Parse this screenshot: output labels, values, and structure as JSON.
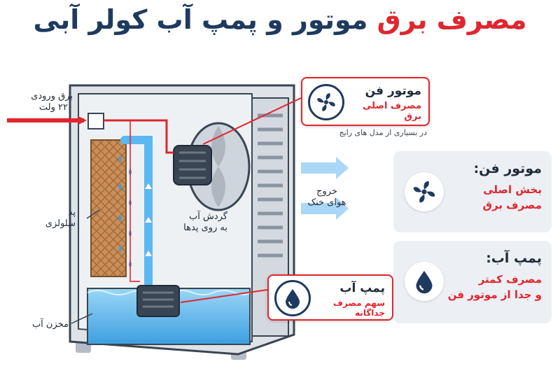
{
  "title": {
    "part1": "مصرف",
    "part2": "برق",
    "part3": "موتور و پمپ آب کولر آبی"
  },
  "labels": {
    "power_input": "برق ورودی",
    "voltage": "۲۲۰ ولت",
    "cellulose_pad_line1": "پد",
    "cellulose_pad_line2": "سلولزی",
    "water_circulation_line1": "گردش آب",
    "water_circulation_line2": "به روی پدها",
    "air_out_line1": "خروج",
    "air_out_line2": "هوای خنک",
    "water_tank": "مخزن آب"
  },
  "callout_fan": {
    "title": "موتور فن",
    "subtitle": "مصرف اصلی برق",
    "note": "در بسیاری از مدل های رایج"
  },
  "callout_pump": {
    "title": "پمپ آب",
    "subtitle": "سهم مصرف جداگانه"
  },
  "card_fan": {
    "heading": "موتور فن:",
    "line1": "بخش اصلی",
    "line2": "مصرف برق"
  },
  "card_pump": {
    "heading": "پمپ آب:",
    "line1": "مصرف کمتر",
    "line2": "و جدا از موتور فن"
  },
  "icons": [
    "fan-icon",
    "water-drop-icon"
  ],
  "colors": {
    "accent": "#e0262e",
    "navy": "#1f3a5f",
    "water": "#5bb8f0"
  }
}
